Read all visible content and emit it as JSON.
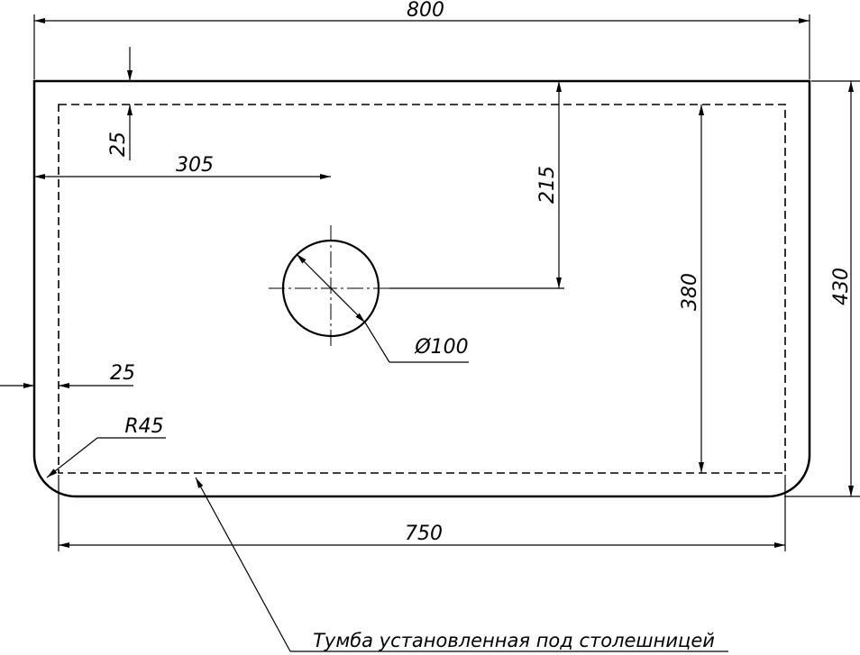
{
  "dimensions": {
    "overall_width": "800",
    "overall_height": "430",
    "inner_width": "750",
    "inner_height": "380",
    "offset_top": "25",
    "offset_left": "25",
    "hole_x": "305",
    "hole_y": "215",
    "hole_diameter": "Ø100",
    "corner_radius": "R45"
  },
  "note": "Тумба установленная под столешницей"
}
